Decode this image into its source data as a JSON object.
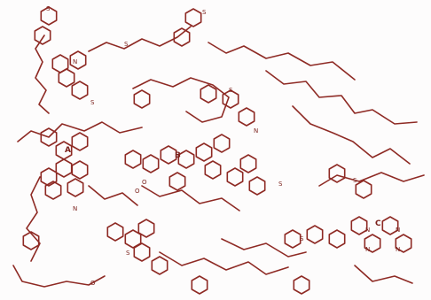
{
  "region_labels": {
    "a": "A",
    "b": "B",
    "c": "C"
  },
  "atom_symbol_S": "S",
  "atom_symbol_N": "N",
  "atom_symbol_O": "O"
}
